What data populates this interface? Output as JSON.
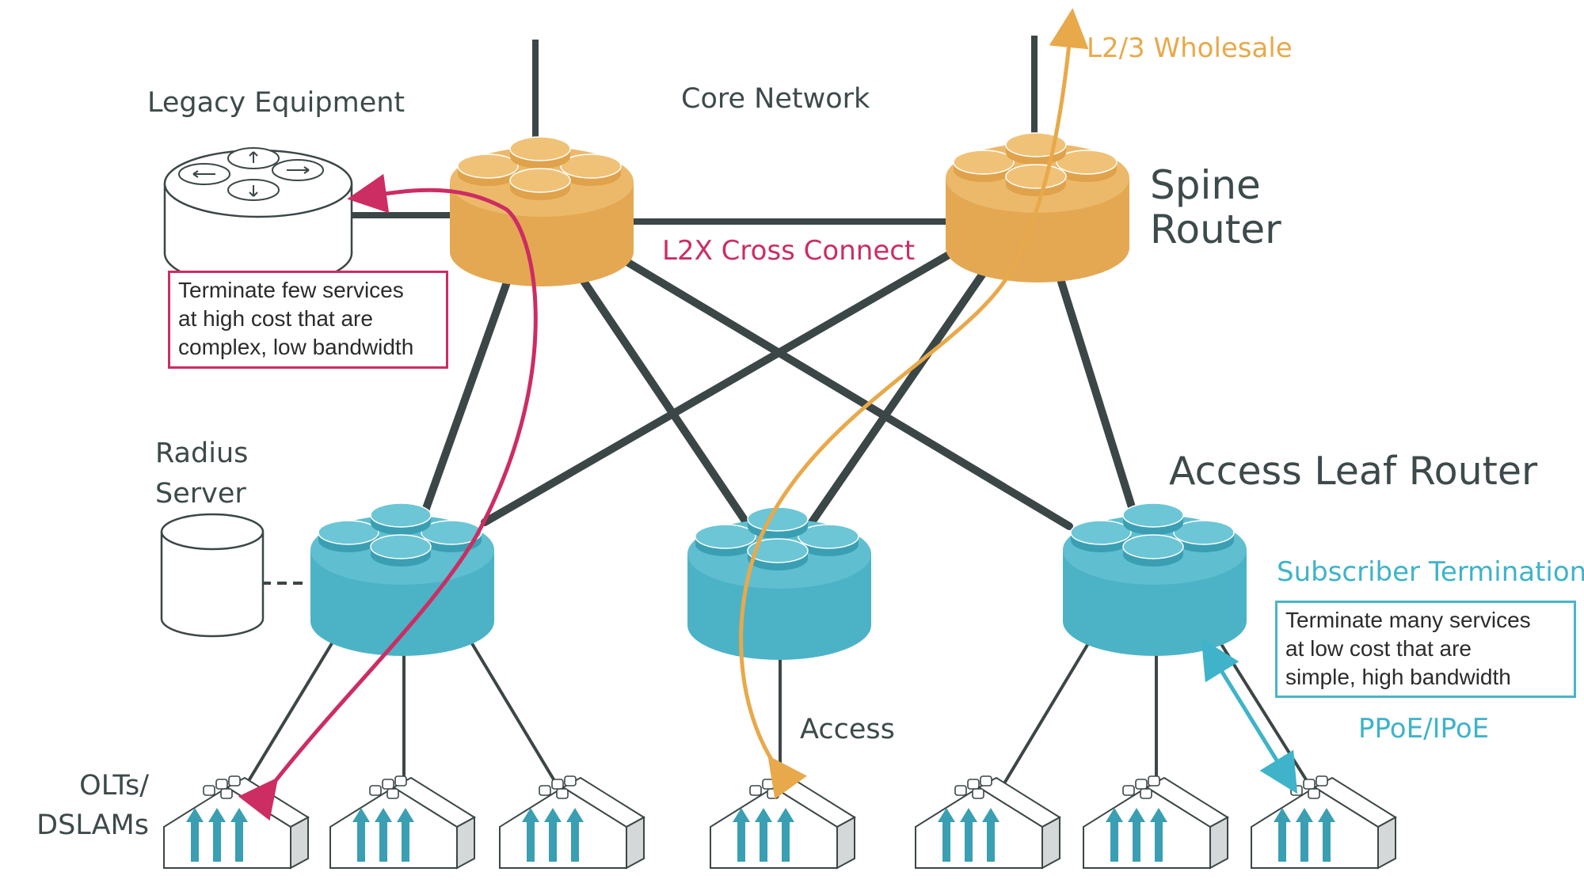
{
  "labels": {
    "legacy_equipment": "Legacy Equipment",
    "core_network": "Core Network",
    "wholesale": "L2/3 Wholesale",
    "spine_router": [
      "Spine",
      "Router"
    ],
    "cross_connect": "L2X Cross Connect",
    "radius_server": [
      "Radius",
      "Server"
    ],
    "access_leaf_router": "Access Leaf Router",
    "subscriber_termination": "Subscriber Termination",
    "access": "Access",
    "pppoe_ipoe": "PPoE/IPoE",
    "olts_dslams": [
      "OLTs/",
      "DSLAMs"
    ]
  },
  "notes": {
    "legacy": [
      "Terminate few services",
      "at high cost that are",
      "complex, low bandwidth"
    ],
    "subscriber": [
      "Terminate many services",
      "at low cost that are",
      "simple, high bandwidth"
    ]
  },
  "colors": {
    "link": "#3b4647",
    "spine": "#e6ad5a",
    "leaf": "#4cb3c6",
    "legacy_path": "#cc2d63",
    "wholesale_path": "#e8a94a",
    "subscriber_path": "#3fb3c9"
  },
  "icons": {
    "router": "router-icon",
    "server": "database-icon",
    "olt": "olt-dslam-icon"
  }
}
